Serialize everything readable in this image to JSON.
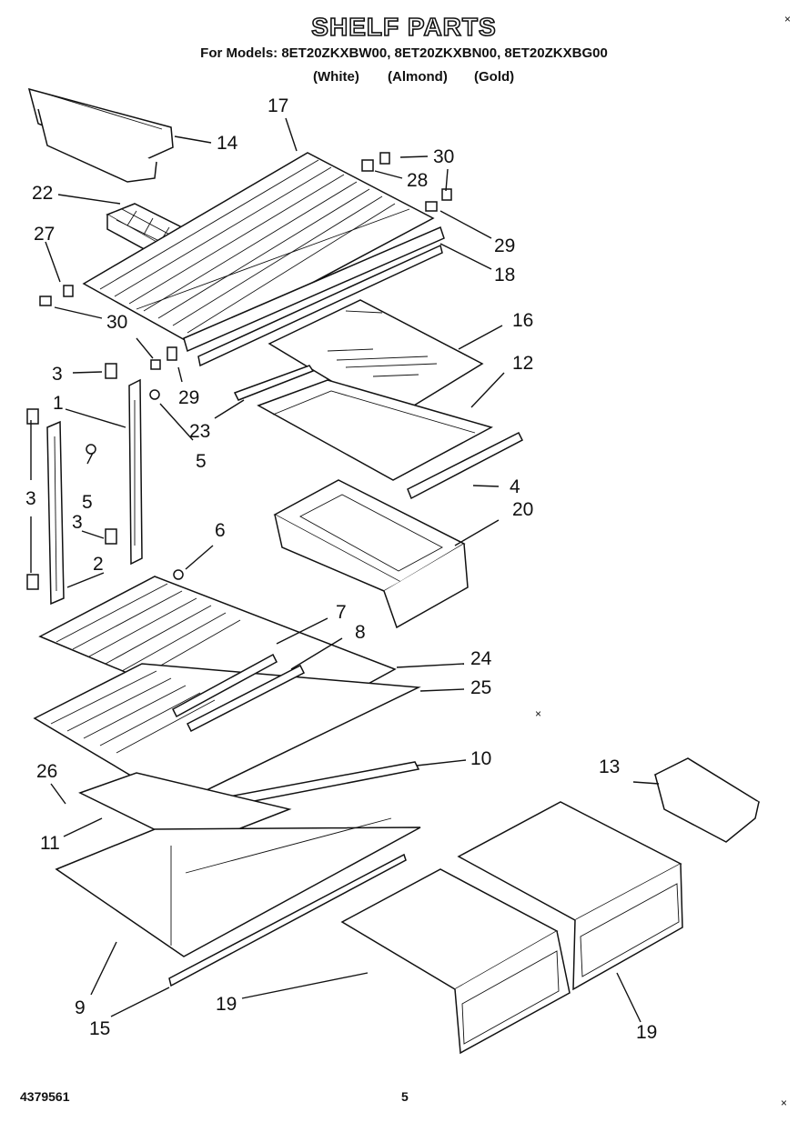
{
  "header": {
    "title": "SHELF PARTS",
    "models": "For Models: 8ET20ZKXBW00, 8ET20ZKXBN00, 8ET20ZKXBG00",
    "colors": [
      "(White)",
      "(Almond)",
      "(Gold)"
    ]
  },
  "callouts": {
    "c14": "14",
    "c17": "17",
    "c30a": "30",
    "c28": "28",
    "c22": "22",
    "c29a": "29",
    "c27": "27",
    "c18": "18",
    "c30b": "30",
    "c16": "16",
    "c3a": "3",
    "c12": "12",
    "c29b": "29",
    "c1": "1",
    "c23": "23",
    "c5a": "5",
    "c3b": "3",
    "c5b": "5",
    "c4": "4",
    "c20": "20",
    "c3c": "3",
    "c6": "6",
    "c2": "2",
    "c7": "7",
    "c8": "8",
    "c24": "24",
    "c25": "25",
    "c10": "10",
    "c13": "13",
    "c26": "26",
    "c11": "11",
    "c9": "9",
    "c19a": "19",
    "c15": "15",
    "c19b": "19"
  },
  "footer": {
    "part_number": "4379561",
    "page": "5"
  }
}
